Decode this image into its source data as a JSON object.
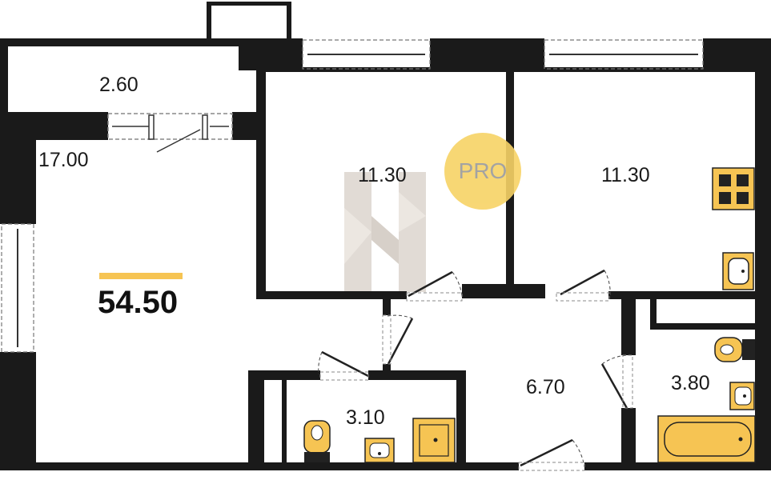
{
  "rooms": {
    "balcony_area": "2.60",
    "living_area": "17.00",
    "bedroom1_area": "11.30",
    "bedroom2_area": "11.30",
    "hall_area": "6.70",
    "wc_area": "3.10",
    "bath_area": "3.80"
  },
  "total_area": "54.50",
  "badge": {
    "label": "PRO"
  },
  "colors": {
    "wall": "#1a1a1a",
    "fixture": "#f6c453",
    "accent": "#f6c453",
    "badge": "#f7d366",
    "watermark": "#c9bfb4"
  },
  "icons": [
    "stove-icon",
    "sink-icon",
    "toilet-icon",
    "bathtub-icon",
    "watermark-logo"
  ]
}
